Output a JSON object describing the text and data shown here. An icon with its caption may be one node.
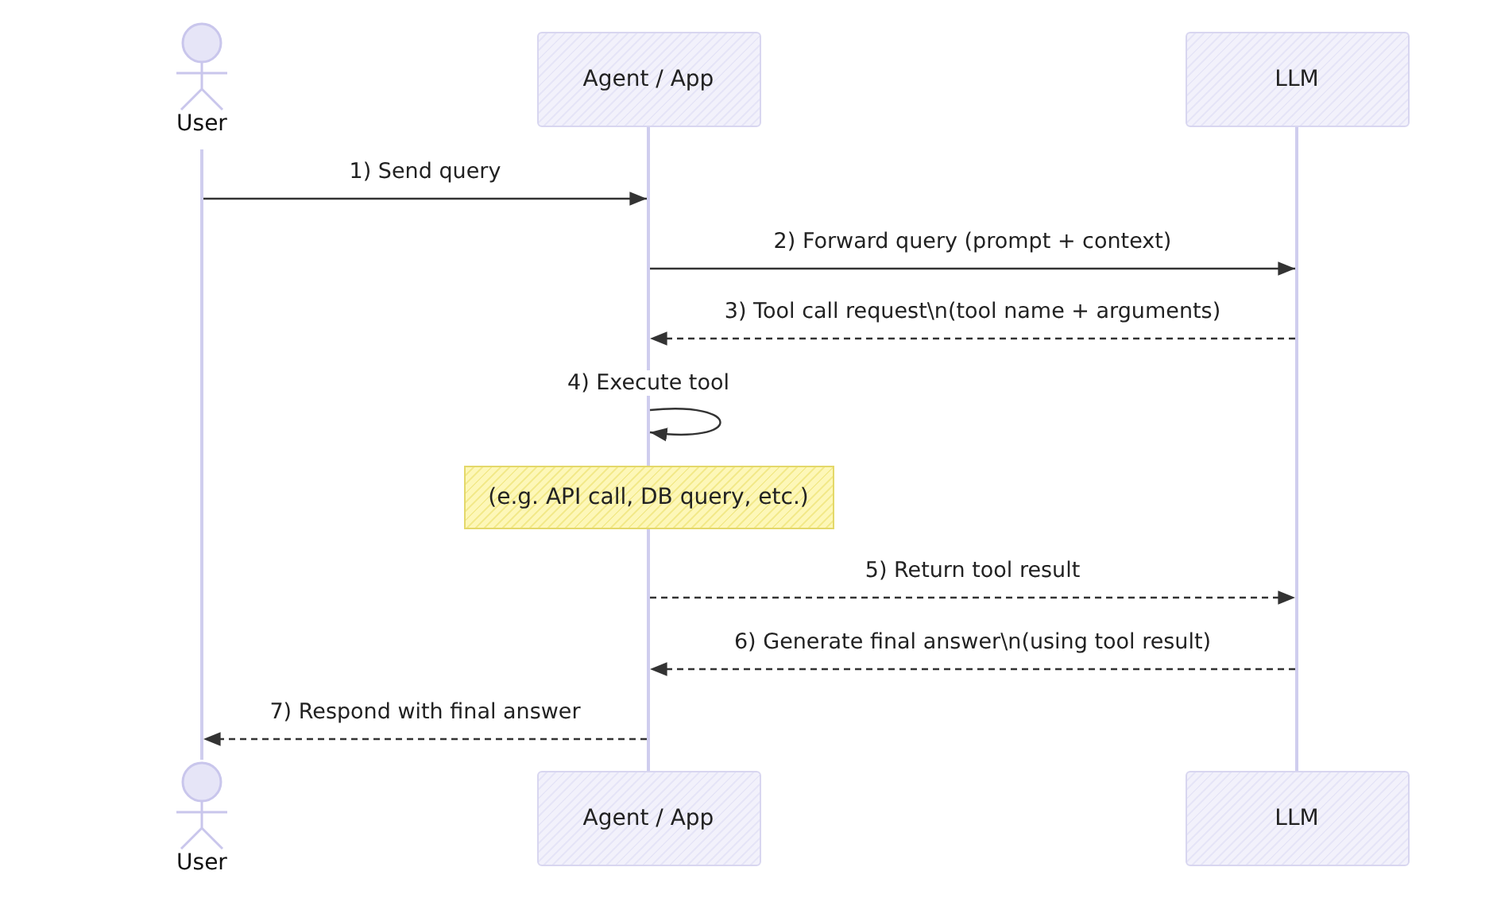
{
  "diagram": {
    "nodes": [
      {
        "text": [
          "User"
        ]
      },
      {
        "text": [
          "Agent / App"
        ]
      },
      {
        "text": [
          "LLM"
        ]
      },
      {
        "text": [
          "(e.g. API call, DB query, etc.)"
        ]
      },
      {
        "text": [
          "User"
        ]
      },
      {
        "text": [
          "Agent / App"
        ]
      },
      {
        "text": [
          "LLM"
        ]
      },
      {
        "text": [],
        "shape": "bar"
      },
      {
        "text": [],
        "shape": "bar"
      },
      {
        "text": [],
        "shape": "bar"
      },
      {
        "text": [],
        "shape": "bar"
      }
    ],
    "edges": [
      {
        "from": 7,
        "to": 8,
        "arrow": "to",
        "label": "1) Send query"
      },
      {
        "from": 8,
        "to": 10,
        "arrow": "to",
        "label": "2) Forward query (prompt + context)"
      },
      {
        "from": 10,
        "to": 8,
        "arrow": "to",
        "style": "dashed",
        "label": "3) Tool call request\\n(tool name + arguments)"
      },
      {
        "from": 8,
        "to": 8,
        "arrow": "to",
        "label": "4) Execute tool"
      },
      {
        "from": 9,
        "to": 10,
        "arrow": "to",
        "style": "dashed",
        "label": "5) Return tool result"
      },
      {
        "from": 10,
        "to": 9,
        "arrow": "to",
        "style": "dashed",
        "label": "6) Generate final answer\\n(using tool result)"
      },
      {
        "from": 9,
        "to": 7,
        "arrow": "to",
        "style": "dashed",
        "label": "7) Respond with final answer"
      }
    ]
  }
}
